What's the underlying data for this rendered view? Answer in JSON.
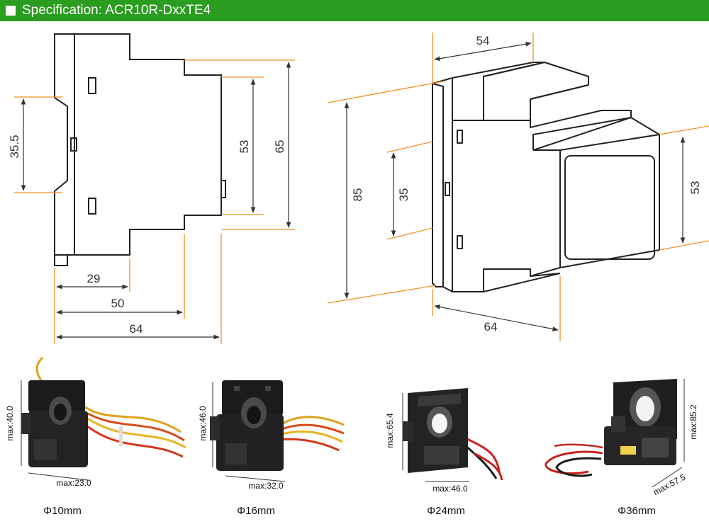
{
  "header": {
    "title": "Specification: ACR10R-DxxTE4",
    "accent_color": "#2a9c1f"
  },
  "side_view": {
    "dim_height_rail": "35.5",
    "dim_height_front": "53",
    "dim_height_total": "65",
    "dim_width_1": "29",
    "dim_width_2": "50",
    "dim_width_3": "64"
  },
  "iso_view": {
    "dim_top_width": "54",
    "dim_total_height": "85",
    "dim_rail": "35",
    "dim_front_height": "53",
    "dim_depth": "64"
  },
  "sensors": [
    {
      "caption": "Φ10mm",
      "max_height": "max:40.0",
      "max_width": "max:23.0"
    },
    {
      "caption": "Φ16mm",
      "max_height": "max:46.0",
      "max_width": "max:32.0"
    },
    {
      "caption": "Φ24mm",
      "max_height": "max:65.4",
      "max_width": "max:46.0"
    },
    {
      "caption": "Φ36mm",
      "max_height": "max:85.2",
      "max_width": "max:57.5"
    }
  ],
  "colors": {
    "dimension_line": "#f0901e",
    "outline": "#222222"
  }
}
